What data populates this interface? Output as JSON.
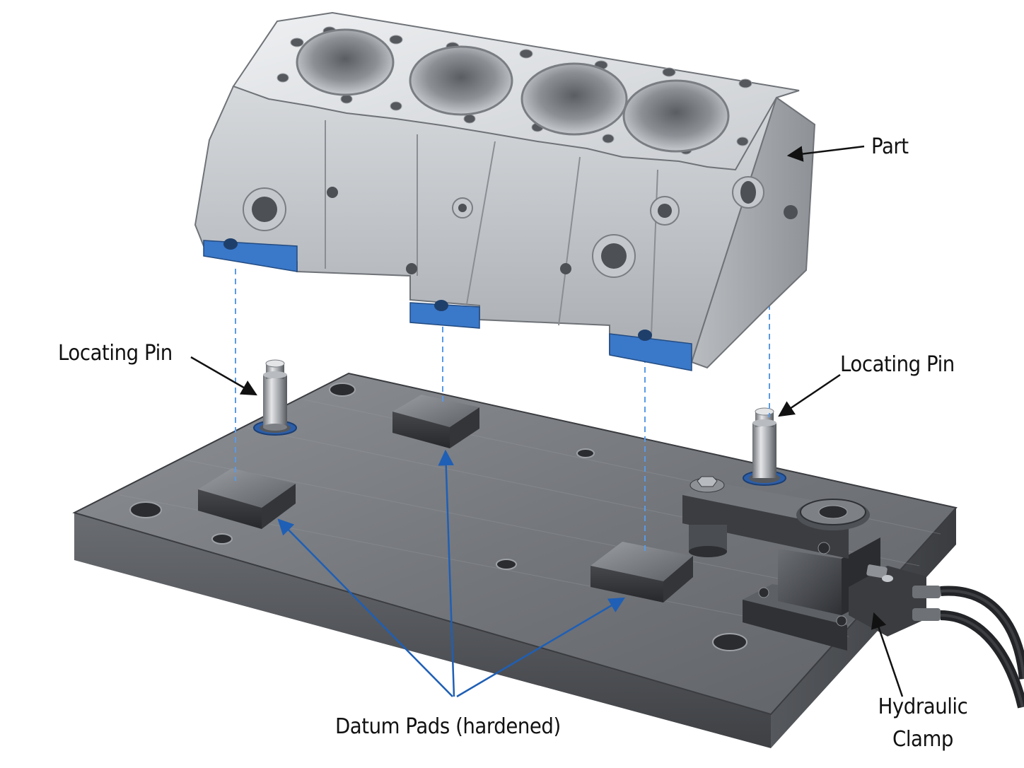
{
  "labels": {
    "part": "Part",
    "locating_pin_left": "Locating Pin",
    "locating_pin_right": "Locating Pin",
    "datum_pads": "Datum Pads (hardened)",
    "hydraulic_clamp_line1": "Hydraulic",
    "hydraulic_clamp_line2": "Clamp"
  },
  "colors": {
    "datum_blue": "#3a78c9",
    "arrow_blue": "#1f5fb5",
    "dashed_blue": "#5a9be6",
    "steel_dark": "#55585d",
    "steel_mid": "#8a8d92",
    "aluminum": "#d9dbde"
  }
}
